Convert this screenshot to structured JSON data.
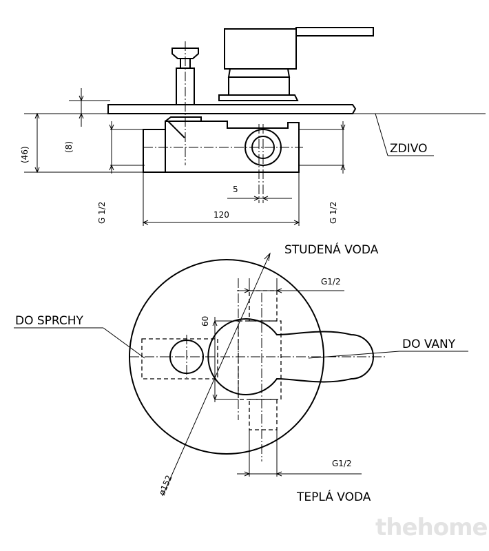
{
  "labels": {
    "wall": "ZDIVO",
    "cold_water": "STUDENÁ VODA",
    "hot_water": "TEPLÁ VODA",
    "to_shower": "DO SPRCHY",
    "to_bath": "DO VANY"
  },
  "dimensions": {
    "depth_total": "(46)",
    "plate_offset": "(8)",
    "thread_left": "G 1/2",
    "thread_right": "G 1/2",
    "offset_small": "5",
    "body_width": "120",
    "thread_top": "G1/2",
    "thread_bottom": "G1/2",
    "height_60": "60",
    "diameter": "ø152"
  },
  "watermark": "thehome"
}
